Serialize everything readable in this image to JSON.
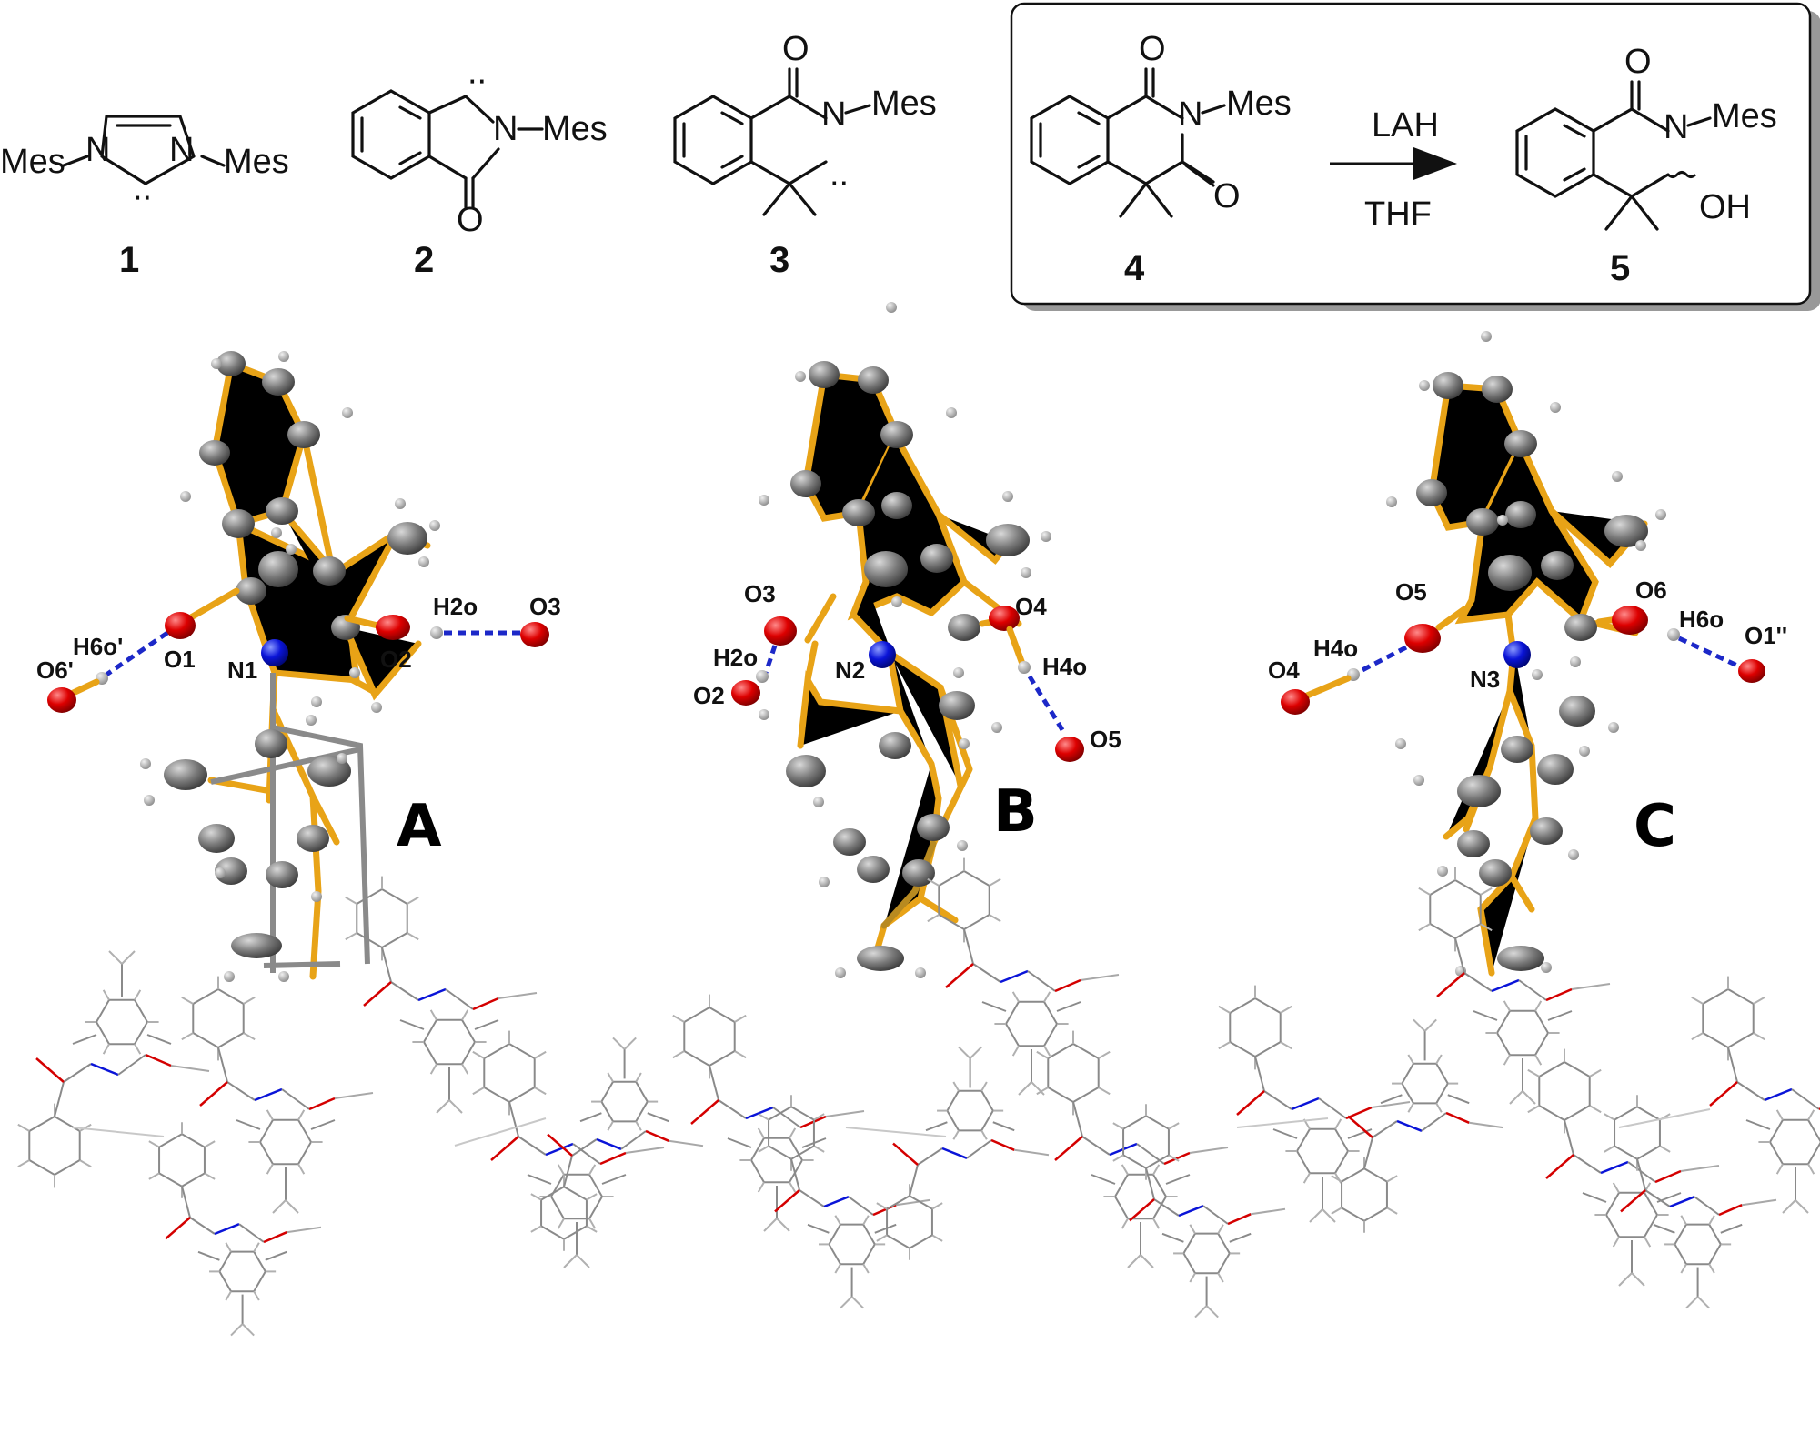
{
  "structures": [
    {
      "id": "1",
      "label": "1",
      "substituents": [
        "Mes",
        "Mes"
      ]
    },
    {
      "id": "2",
      "label": "2",
      "substituents": [
        "Mes"
      ]
    },
    {
      "id": "3",
      "label": "3",
      "substituents": [
        "Mes"
      ]
    }
  ],
  "atoms": {
    "N": "N",
    "O": "O"
  },
  "reaction": {
    "reactant": {
      "label": "4",
      "substituent": "Mes"
    },
    "product": {
      "label": "5",
      "substituent": "Mes",
      "hydroxyl": "OH"
    },
    "reagent": "LAH",
    "solvent": "THF"
  },
  "crystal_panels": [
    {
      "label": "A",
      "atom_labels": [
        "O6'",
        "H6o'",
        "O1",
        "N1",
        "O2",
        "H2o",
        "O3"
      ]
    },
    {
      "label": "B",
      "atom_labels": [
        "O3",
        "H2o",
        "O2",
        "N2",
        "O4",
        "H4o",
        "O5"
      ]
    },
    {
      "label": "C",
      "atom_labels": [
        "O4",
        "H4o",
        "O5",
        "N3",
        "O6",
        "H6o",
        "O1''"
      ]
    }
  ],
  "colors": {
    "bond": "#E8A317",
    "carbon": "#6f6f6f",
    "hydrogen": "#9a9a9a",
    "oxygen": "#d40000",
    "nitrogen": "#0a14d8",
    "hydrogen_bond": "#1c28c8",
    "packing": "#8a8a8a"
  }
}
